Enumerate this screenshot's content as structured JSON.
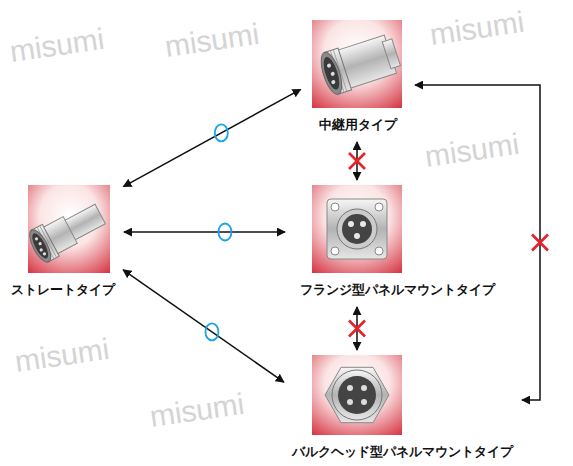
{
  "diagram": {
    "nodes": [
      {
        "text": [
          "ストレートタイプ"
        ]
      },
      {
        "text": [
          "中継用タイプ"
        ]
      },
      {
        "text": [
          "フランジ型パネルマウントタイプ"
        ]
      },
      {
        "text": [
          "バルクヘッド型パネルマウントタイプ"
        ]
      }
    ],
    "edges": [
      {
        "from": 0,
        "to": 1,
        "arrow": "both"
      },
      {
        "from": 0,
        "to": 2,
        "arrow": "both"
      },
      {
        "from": 0,
        "to": 3,
        "arrow": "both"
      },
      {
        "from": 1,
        "to": 2,
        "arrow": "both"
      },
      {
        "from": 2,
        "to": 3,
        "arrow": "both"
      },
      {
        "from": 1,
        "to": 3,
        "arrow": "both"
      }
    ],
    "labels": [
      "misumi",
      "misumi",
      "misumi",
      "misumi",
      "misumi",
      "misumi"
    ]
  }
}
